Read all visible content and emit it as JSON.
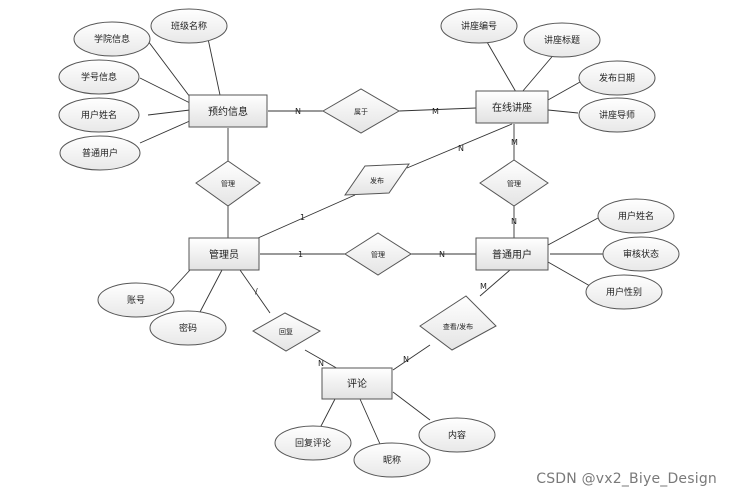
{
  "entities": {
    "booking": {
      "label": "预约信息"
    },
    "lecture": {
      "label": "在线讲座"
    },
    "admin": {
      "label": "管理员"
    },
    "user": {
      "label": "普通用户"
    },
    "comment": {
      "label": "评论"
    }
  },
  "attributes": {
    "college": "学院信息",
    "class_name": "班级名称",
    "student_no": "学号信息",
    "user_name": "用户姓名",
    "normal_user": "普通用户",
    "lecture_no": "讲座编号",
    "lecture_title": "讲座标题",
    "publish_date": "发布日期",
    "lecturer": "讲座导师",
    "u_name": "用户姓名",
    "audit_status": "审核状态",
    "u_gender": "用户性别",
    "account": "账号",
    "password": "密码",
    "reply": "回复评论",
    "nickname": "昵称",
    "content": "内容"
  },
  "relationships": {
    "belongs": "属于",
    "manage_booking": "管理",
    "release": "发布",
    "manage_user": "管理",
    "manage_lecture": "管理",
    "reply_rel": "回复",
    "view_post": "查看/发布"
  },
  "cardinalities": {
    "booking_belongs": "N",
    "belongs_lecture": "M",
    "admin_release": "1",
    "release_lecture": "N",
    "lecture_manage": "M",
    "manage_user_n": "N",
    "admin_manage": "1",
    "manage_user2": "N",
    "admin_reply": "/",
    "reply_comment": "N",
    "comment_view": "N",
    "view_user": "M"
  },
  "watermark": "CSDN @vx2_Biye_Design",
  "colors": {
    "fill_top": "#ffffff",
    "fill_bottom": "#e4e4e4",
    "stroke": "#555555"
  }
}
